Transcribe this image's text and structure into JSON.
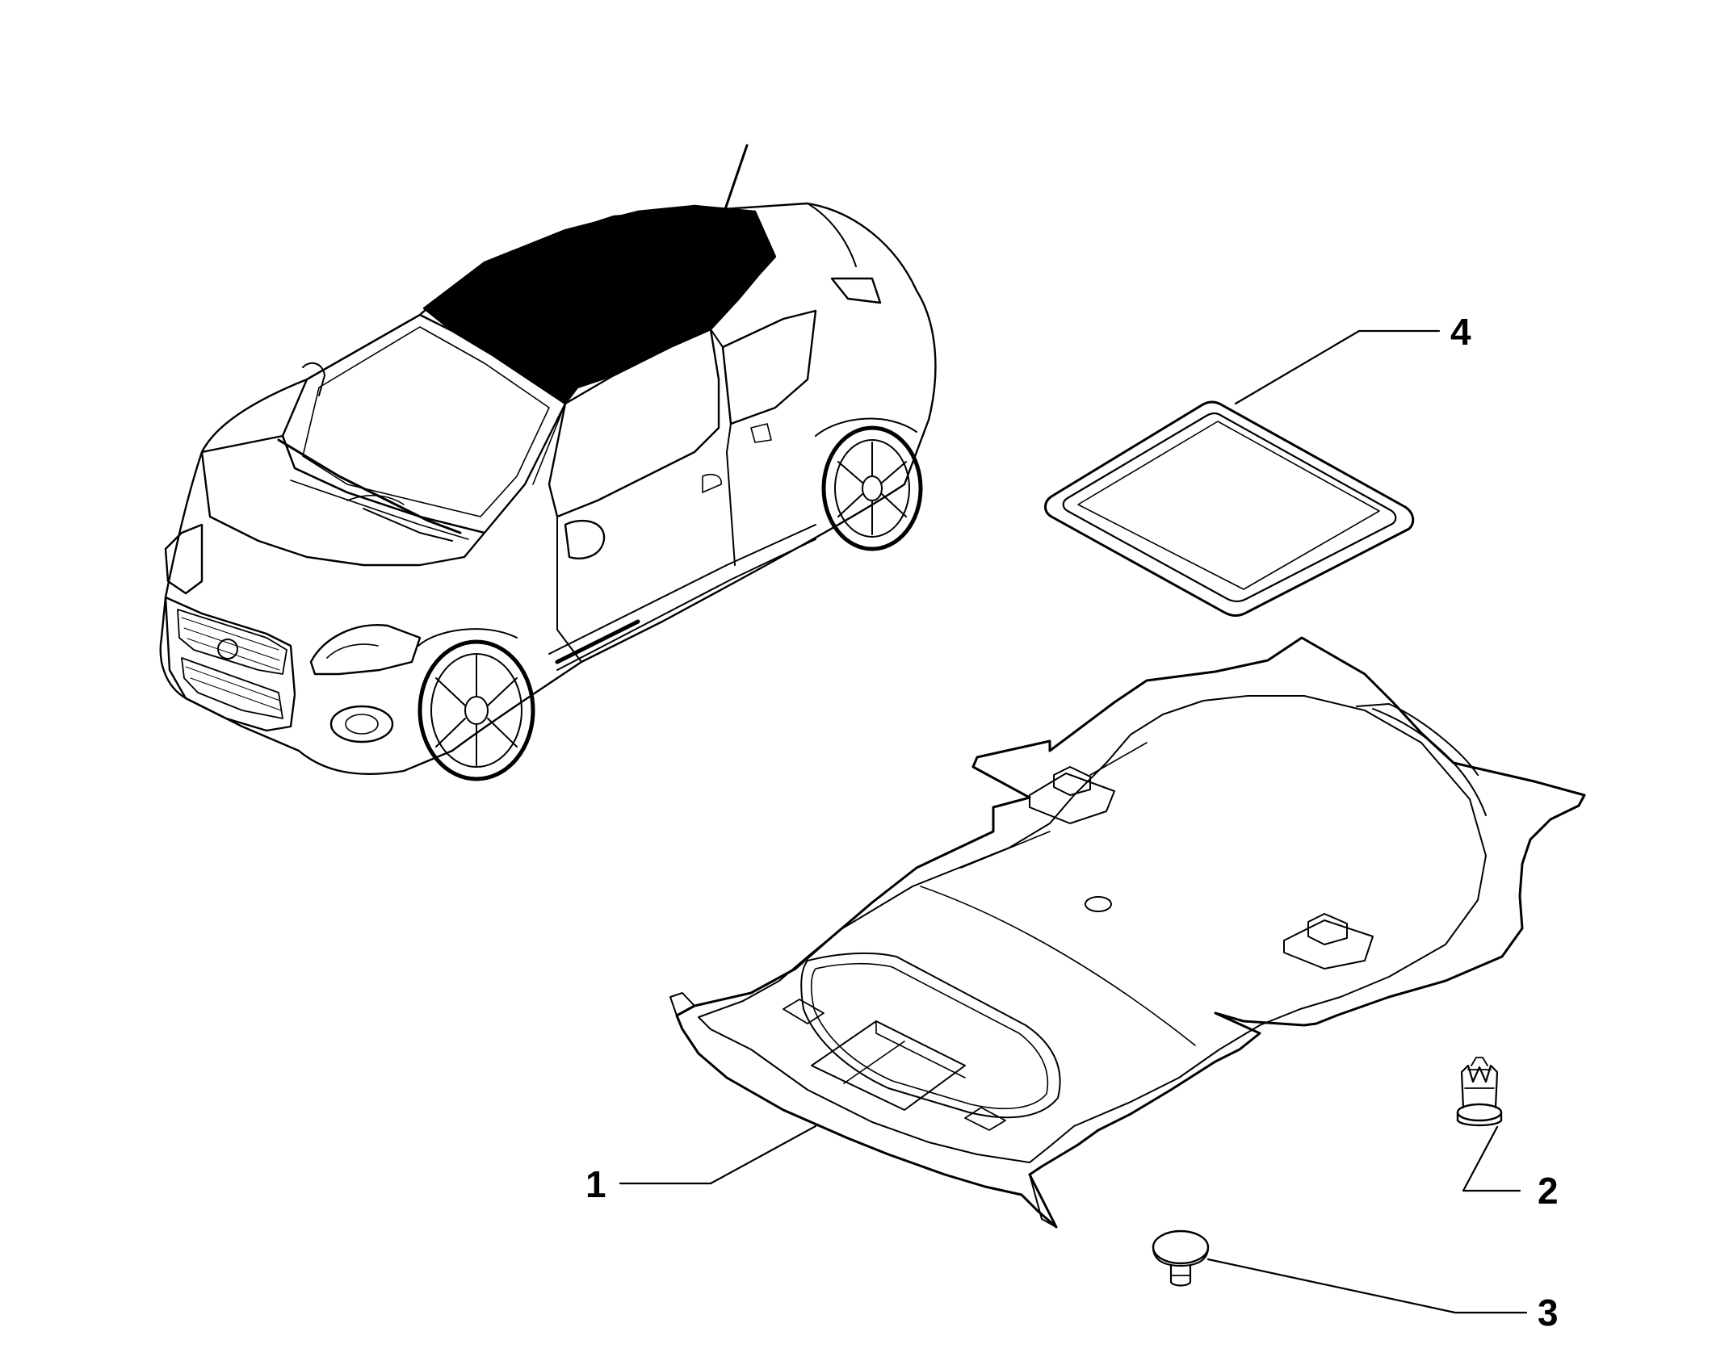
{
  "callouts": [
    {
      "id": "1",
      "label": "1",
      "part": "headliner"
    },
    {
      "id": "2",
      "label": "2",
      "part": "push-clip"
    },
    {
      "id": "3",
      "label": "3",
      "part": "rivet-fastener"
    },
    {
      "id": "4",
      "label": "4",
      "part": "sunroof-seal-frame"
    }
  ],
  "colors": {
    "ink": "#000000",
    "paper": "#ffffff",
    "fill_dark": "#000000"
  }
}
